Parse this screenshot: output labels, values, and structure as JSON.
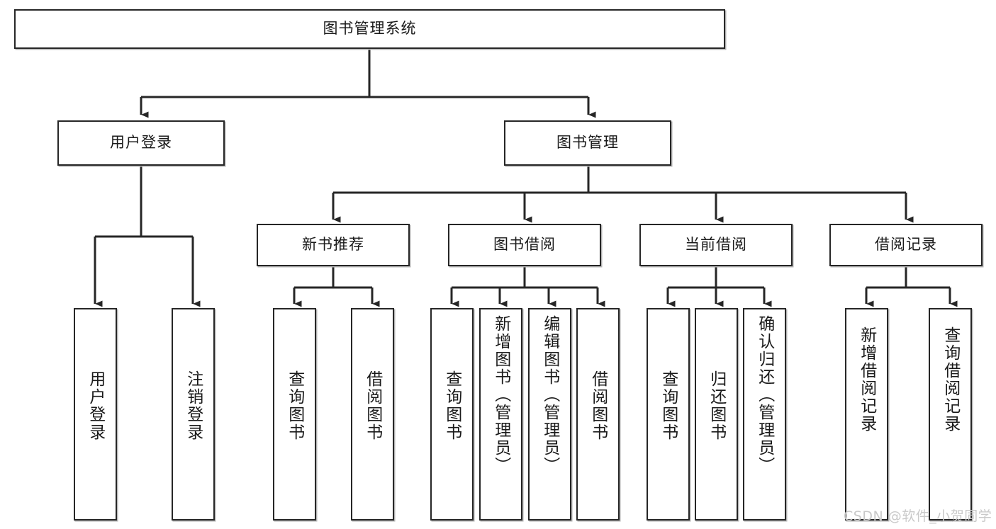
{
  "diagram": {
    "type": "tree-hierarchy-chart",
    "title": "图书管理系统",
    "line_color": "#262626",
    "box_fill": "#ffffff",
    "text_color": "#1a1a1a",
    "nodes": {
      "root": {
        "label": "图书管理系统"
      },
      "level2": [
        {
          "id": "user-login",
          "label": "用户登录"
        },
        {
          "id": "book-management",
          "label": "图书管理"
        }
      ],
      "level3": [
        {
          "id": "new-book-recommend",
          "label": "新书推荐"
        },
        {
          "id": "book-borrow",
          "label": "图书借阅"
        },
        {
          "id": "current-borrow",
          "label": "当前借阅"
        },
        {
          "id": "borrow-record",
          "label": "借阅记录"
        }
      ],
      "leaves": {
        "user_login": [
          {
            "id": "leaf-user-login",
            "label": "用户登录"
          },
          {
            "id": "leaf-logout-login",
            "label": "注销登录"
          }
        ],
        "new_book_recommend": [
          {
            "id": "leaf-query-book-1",
            "label": "查询图书"
          },
          {
            "id": "leaf-borrow-book-1",
            "label": "借阅图书"
          }
        ],
        "book_borrow": [
          {
            "id": "leaf-query-book-2",
            "label": "查询图书"
          },
          {
            "id": "leaf-add-book",
            "label": "新增图书（管理员）"
          },
          {
            "id": "leaf-edit-book",
            "label": "编辑图书（管理员）"
          },
          {
            "id": "leaf-borrow-book-2",
            "label": "借阅图书"
          }
        ],
        "current_borrow": [
          {
            "id": "leaf-query-book-3",
            "label": "查询图书"
          },
          {
            "id": "leaf-return-book",
            "label": "归还图书"
          },
          {
            "id": "leaf-confirm-return",
            "label": "确认归还（管理员）"
          }
        ],
        "borrow_record": [
          {
            "id": "leaf-add-record",
            "label": "新增借阅记录"
          },
          {
            "id": "leaf-query-record",
            "label": "查询借阅记录"
          }
        ]
      }
    }
  },
  "watermark": {
    "text": "CSDN @软件_小贺同学"
  }
}
